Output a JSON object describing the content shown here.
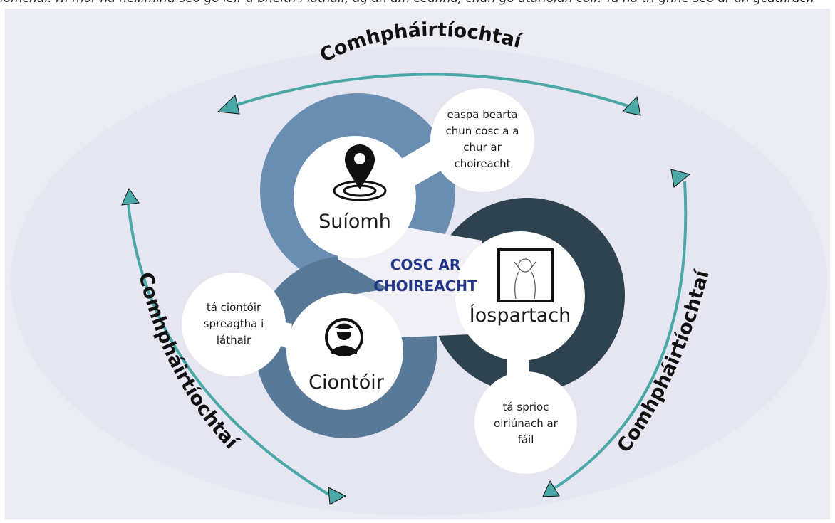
{
  "header_text": "iomchuí: Ní mór na heilimintí seo go léir a bheith i láthair, ag an am céanna, chun go dtarlóidh coir. Tá na trí ghné seo ar an gcathrach",
  "center_title_line1": "COSC AR",
  "center_title_line2": "CHOIREACHT",
  "partnership_label": "Comhpháirtíochtaí",
  "location": {
    "label": "Suíomh",
    "icon": "map-pin-icon",
    "note_lines": [
      "easpa bearta",
      "chun cosc a a",
      "chur ar",
      "choireacht"
    ]
  },
  "offender": {
    "label": "Ciontóir",
    "icon": "burglar-icon",
    "note_lines": [
      "tá ciontóir",
      "spreagtha i",
      "láthair"
    ]
  },
  "victim": {
    "label": "Íospartach",
    "icon": "distressed-person-icon",
    "note_lines": [
      "tá sprioc",
      "oiriúnach ar",
      "fáil"
    ]
  },
  "colors": {
    "background": "#ebebf4",
    "location_ring": "#6a8eb2",
    "offender_ring": "#587a98",
    "victim_ring": "#2f424f",
    "arrow_teal": "#4aa8a6",
    "center_title": "#22368a"
  }
}
